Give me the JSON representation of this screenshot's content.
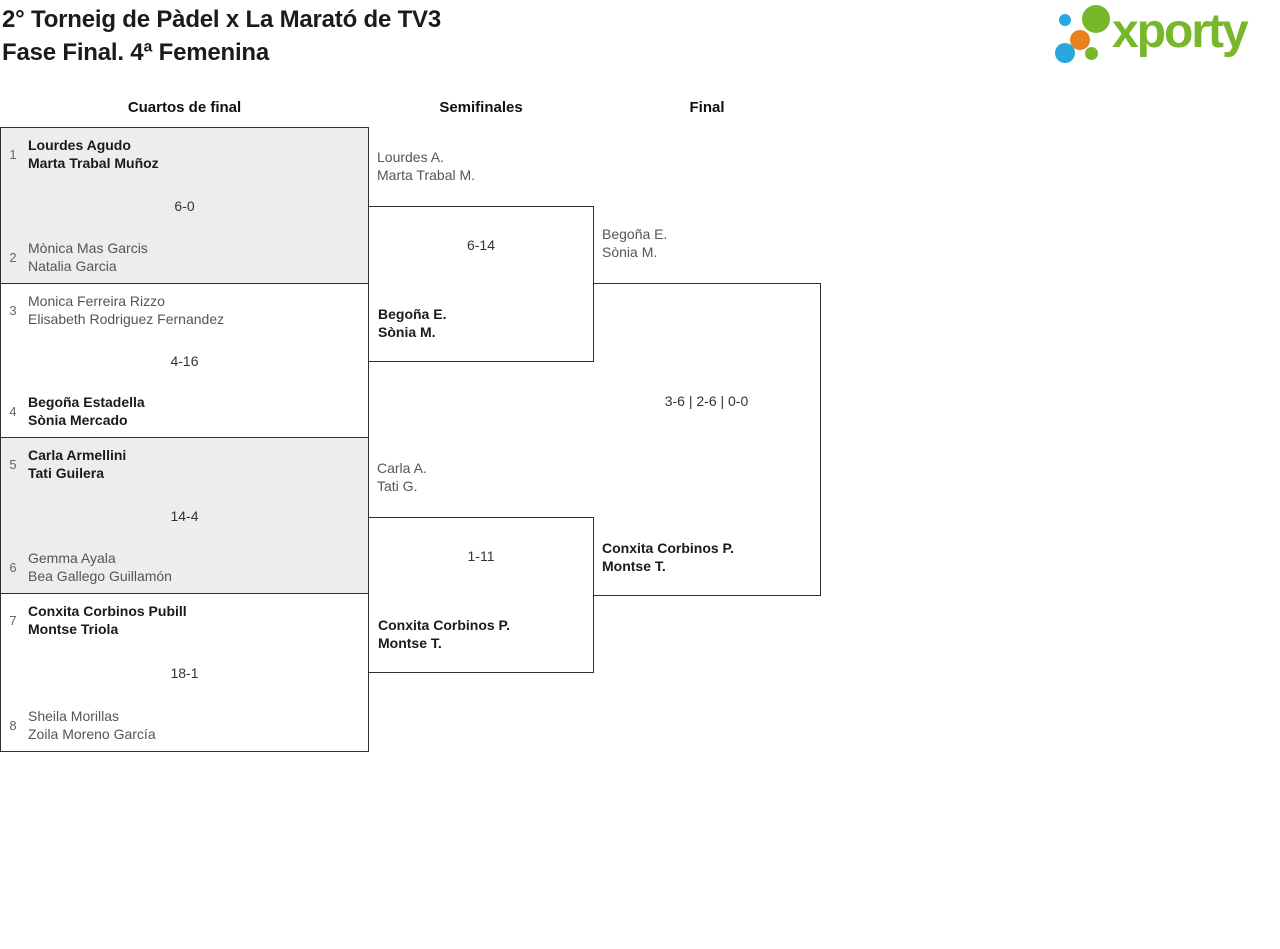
{
  "header": {
    "title_line1": "2° Torneig de Pàdel x La Marató de TV3",
    "title_line2": "Fase Final. 4ª Femenina"
  },
  "logo": {
    "brand": "xporty",
    "green": "#76b82a",
    "blue": "#29a8e0",
    "orange": "#e8821e"
  },
  "columns": [
    {
      "label": "Cuartos de final"
    },
    {
      "label": "Semifinales"
    },
    {
      "label": "Final"
    }
  ],
  "quarterfinals": [
    {
      "seed_top": "1",
      "top": [
        "Lourdes Agudo",
        "Marta Trabal Muñoz"
      ],
      "top_winner": true,
      "score": "6-0",
      "seed_bottom": "2",
      "bottom": [
        "Mònica Mas Garcis",
        "Natalia Garcia"
      ],
      "bottom_winner": false
    },
    {
      "seed_top": "3",
      "top": [
        "Monica Ferreira Rizzo",
        "Elisabeth Rodriguez Fernandez"
      ],
      "top_winner": false,
      "score": "4-16",
      "seed_bottom": "4",
      "bottom": [
        "Begoña Estadella",
        "Sònia Mercado"
      ],
      "bottom_winner": true
    },
    {
      "seed_top": "5",
      "top": [
        "Carla Armellini",
        "Tati Guilera"
      ],
      "top_winner": true,
      "score": "14-4",
      "seed_bottom": "6",
      "bottom": [
        "Gemma Ayala",
        "Bea Gallego Guillamón"
      ],
      "bottom_winner": false
    },
    {
      "seed_top": "7",
      "top": [
        "Conxita Corbinos Pubill",
        "Montse Triola"
      ],
      "top_winner": true,
      "score": "18-1",
      "seed_bottom": "8",
      "bottom": [
        "Sheila Morillas",
        "Zoila Moreno García"
      ],
      "bottom_winner": false
    }
  ],
  "semifinals": [
    {
      "top": [
        "Lourdes A.",
        "Marta Trabal M."
      ],
      "top_winner": false,
      "score": "6-14",
      "bottom": [
        "Begoña E.",
        "Sònia M."
      ],
      "bottom_winner": true
    },
    {
      "top": [
        "Carla A.",
        "Tati G."
      ],
      "top_winner": false,
      "score": "1-11",
      "bottom": [
        "Conxita Corbinos P.",
        "Montse T."
      ],
      "bottom_winner": true
    }
  ],
  "final": {
    "top": [
      "Begoña E.",
      "Sònia M."
    ],
    "top_winner": false,
    "score": "3-6 | 2-6 | 0-0",
    "bottom": [
      "Conxita Corbinos P.",
      "Montse T."
    ],
    "bottom_winner": true
  }
}
